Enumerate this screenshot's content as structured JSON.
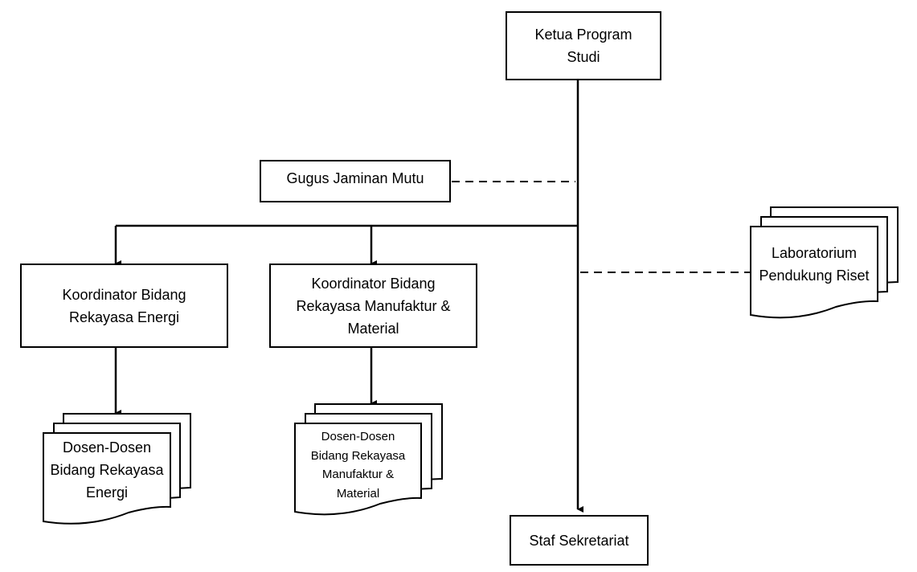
{
  "nodes": {
    "head": "Ketua Program Studi",
    "quality": "Gugus Jaminan Mutu",
    "coord_energy": "Koordinator Bidang Rekayasa Energi",
    "coord_manufacture": "Koordinator Bidang Rekayasa Manufaktur & Material",
    "lecturers_energy": "Dosen-Dosen Bidang Rekayasa Energi",
    "lecturers_manufacture": "Dosen-Dosen Bidang Rekayasa Manufaktur & Material",
    "laboratory": "Laboratorium Pendukung Riset",
    "secretariat": "Staf Sekretariat"
  },
  "colors": {
    "line": "#000000",
    "fill": "#ffffff"
  }
}
